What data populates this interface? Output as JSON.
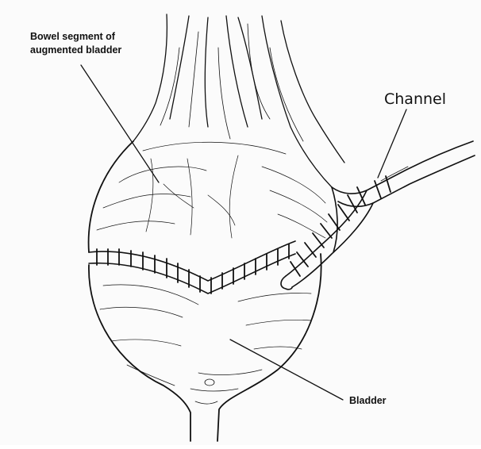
{
  "labels": {
    "bowel_line1": "Bowel segment of",
    "bowel_line2": "augmented bladder",
    "channel": "Channel",
    "bladder": "Bladder"
  },
  "colors": {
    "ink": "#111111",
    "paper": "#fbfbfb"
  }
}
